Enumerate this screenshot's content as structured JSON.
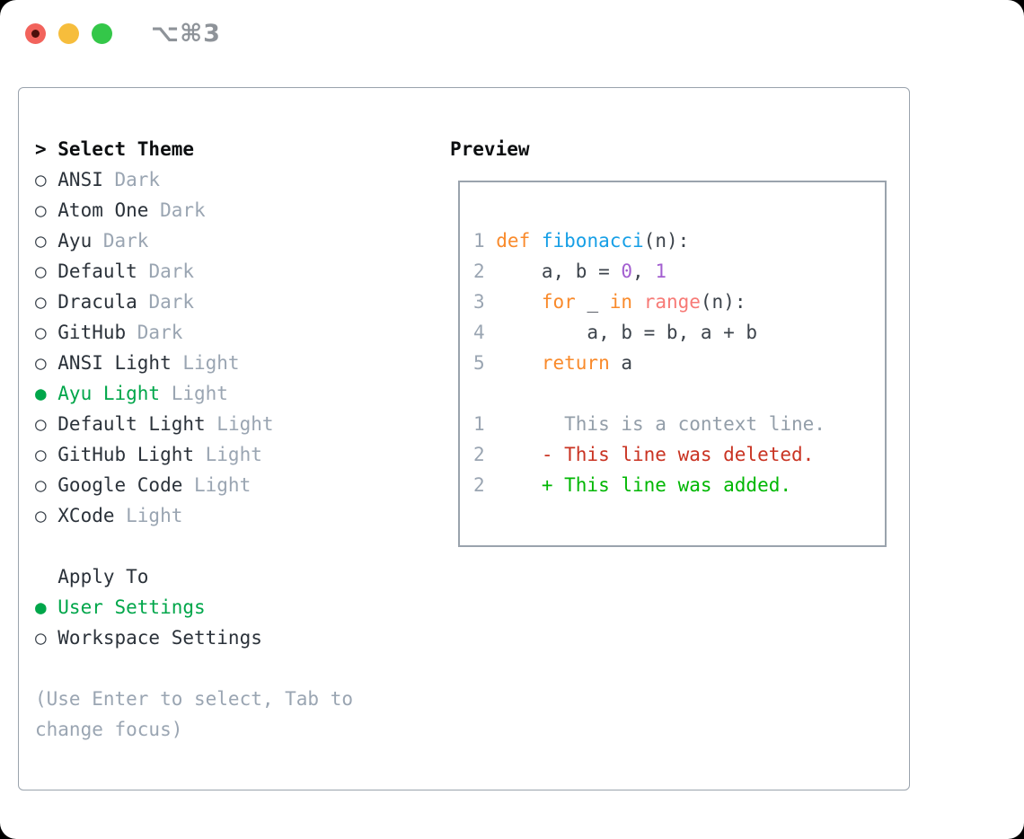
{
  "titlebar": {
    "shortcut": "⌥⌘3",
    "buttons": [
      "close",
      "minimize",
      "zoom"
    ]
  },
  "theme_list": {
    "prompt": ">",
    "title": "Select Theme",
    "items": [
      {
        "marker": "○",
        "name": "ANSI",
        "variant": "Dark",
        "state": "unselected"
      },
      {
        "marker": "○",
        "name": "Atom One",
        "variant": "Dark",
        "state": "unselected"
      },
      {
        "marker": "○",
        "name": "Ayu",
        "variant": "Dark",
        "state": "unselected"
      },
      {
        "marker": "○",
        "name": "Default",
        "variant": "Dark",
        "state": "unselected"
      },
      {
        "marker": "○",
        "name": "Dracula",
        "variant": "Dark",
        "state": "unselected"
      },
      {
        "marker": "○",
        "name": "GitHub",
        "variant": "Dark",
        "state": "unselected"
      },
      {
        "marker": "○",
        "name": "ANSI Light",
        "variant": "Light",
        "state": "unselected"
      },
      {
        "marker": "●",
        "name": "Ayu Light",
        "variant": "Light",
        "state": "selected"
      },
      {
        "marker": "○",
        "name": "Default Light",
        "variant": "Light",
        "state": "unselected"
      },
      {
        "marker": "○",
        "name": "GitHub Light",
        "variant": "Light",
        "state": "unselected"
      },
      {
        "marker": "○",
        "name": "Google Code",
        "variant": "Light",
        "state": "unselected"
      },
      {
        "marker": "○",
        "name": "XCode",
        "variant": "Light",
        "state": "unselected"
      }
    ]
  },
  "apply_to": {
    "title": "Apply To",
    "items": [
      {
        "marker": "●",
        "label": "User Settings",
        "state": "selected"
      },
      {
        "marker": "○",
        "label": "Workspace Settings",
        "state": "unselected"
      }
    ]
  },
  "hint": "(Use Enter to select, Tab to change focus)",
  "preview": {
    "title": "Preview",
    "lines": [
      {
        "num": "1",
        "tokens": [
          {
            "t": "def",
            "c": "kw"
          },
          {
            "t": " ",
            "c": "txt"
          },
          {
            "t": "fibonacci",
            "c": "fn"
          },
          {
            "t": "(n):",
            "c": "txt"
          }
        ]
      },
      {
        "num": "2",
        "tokens": [
          {
            "t": "    a, b = ",
            "c": "txt"
          },
          {
            "t": "0",
            "c": "num"
          },
          {
            "t": ", ",
            "c": "txt"
          },
          {
            "t": "1",
            "c": "num"
          }
        ]
      },
      {
        "num": "3",
        "tokens": [
          {
            "t": "    ",
            "c": "txt"
          },
          {
            "t": "for",
            "c": "kw"
          },
          {
            "t": " _ ",
            "c": "txt"
          },
          {
            "t": "in",
            "c": "kw"
          },
          {
            "t": " ",
            "c": "txt"
          },
          {
            "t": "range",
            "c": "call"
          },
          {
            "t": "(n):",
            "c": "txt"
          }
        ]
      },
      {
        "num": "4",
        "tokens": [
          {
            "t": "        a, b = b, a + b",
            "c": "txt"
          }
        ]
      },
      {
        "num": "5",
        "tokens": [
          {
            "t": "    ",
            "c": "txt"
          },
          {
            "t": "return",
            "c": "kw"
          },
          {
            "t": " a",
            "c": "txt"
          }
        ]
      },
      {
        "num": "",
        "tokens": []
      },
      {
        "num": "1",
        "tokens": [
          {
            "t": "      This is a context line.",
            "c": "ctx"
          }
        ]
      },
      {
        "num": "2",
        "tokens": [
          {
            "t": "    ",
            "c": "txt"
          },
          {
            "t": "- This line was deleted.",
            "c": "del"
          }
        ]
      },
      {
        "num": "2",
        "tokens": [
          {
            "t": "    ",
            "c": "txt"
          },
          {
            "t": "+ This line was added.",
            "c": "add"
          }
        ]
      }
    ]
  },
  "colors": {
    "selection_green": "#00a64a",
    "muted_gray": "#9aa5b2",
    "panel_border": "#9aa3ad",
    "keyword_orange": "#f98a2b",
    "function_blue": "#169fe6",
    "builtin_coral": "#f77a76",
    "number_purple": "#a35fd0",
    "code_default": "#3c434b",
    "diff_deleted_red": "#c93322",
    "diff_added_green": "#00b703",
    "traffic_red": "#f2635c",
    "traffic_yellow": "#f6bd3c",
    "traffic_green": "#34c749"
  }
}
